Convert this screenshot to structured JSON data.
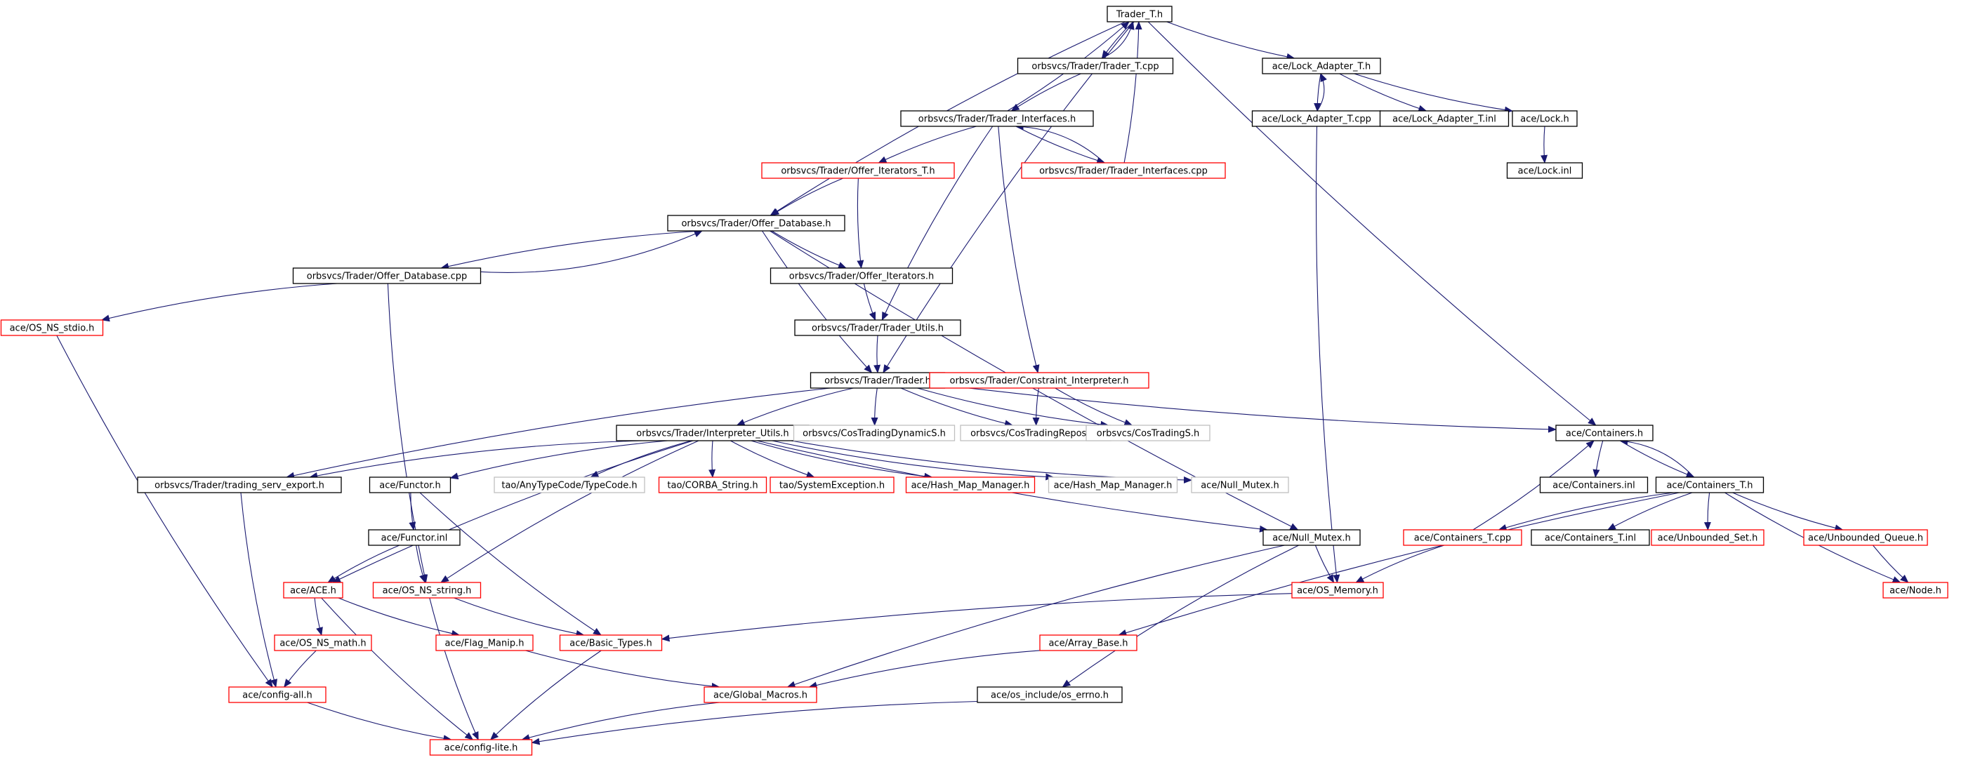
{
  "colors": {
    "edge": "#191970",
    "border_normal": "#000000",
    "border_truncated": "#ff0000",
    "border_external": "#bfbfbf",
    "fill_root": "#bfbfbf",
    "fill_default": "#ffffff"
  },
  "nodes": [
    {
      "id": "trader_t_h",
      "label": "Trader_T.h",
      "kind": "root"
    },
    {
      "id": "trader_t_cpp",
      "label": "orbsvcs/Trader/Trader_T.cpp",
      "kind": "normal"
    },
    {
      "id": "lock_adapter_t_h",
      "label": "ace/Lock_Adapter_T.h",
      "kind": "normal"
    },
    {
      "id": "trader_interfaces_h",
      "label": "orbsvcs/Trader/Trader_Interfaces.h",
      "kind": "normal"
    },
    {
      "id": "lock_adapter_t_cpp",
      "label": "ace/Lock_Adapter_T.cpp",
      "kind": "normal"
    },
    {
      "id": "lock_adapter_t_inl",
      "label": "ace/Lock_Adapter_T.inl",
      "kind": "normal"
    },
    {
      "id": "lock_h",
      "label": "ace/Lock.h",
      "kind": "normal"
    },
    {
      "id": "offer_iterators_t_h",
      "label": "orbsvcs/Trader/Offer_Iterators_T.h",
      "kind": "truncated"
    },
    {
      "id": "trader_interfaces_cpp",
      "label": "orbsvcs/Trader/Trader_Interfaces.cpp",
      "kind": "truncated"
    },
    {
      "id": "lock_inl",
      "label": "ace/Lock.inl",
      "kind": "normal"
    },
    {
      "id": "offer_database_h",
      "label": "orbsvcs/Trader/Offer_Database.h",
      "kind": "normal"
    },
    {
      "id": "offer_database_cpp",
      "label": "orbsvcs/Trader/Offer_Database.cpp",
      "kind": "normal"
    },
    {
      "id": "offer_iterators_h",
      "label": "orbsvcs/Trader/Offer_Iterators.h",
      "kind": "normal"
    },
    {
      "id": "os_ns_stdio_h",
      "label": "ace/OS_NS_stdio.h",
      "kind": "truncated"
    },
    {
      "id": "trader_utils_h",
      "label": "orbsvcs/Trader/Trader_Utils.h",
      "kind": "normal"
    },
    {
      "id": "trader_h",
      "label": "orbsvcs/Trader/Trader.h",
      "kind": "normal"
    },
    {
      "id": "constraint_interpreter_h",
      "label": "orbsvcs/Trader/Constraint_Interpreter.h",
      "kind": "truncated"
    },
    {
      "id": "interpreter_utils_h",
      "label": "orbsvcs/Trader/Interpreter_Utils.h",
      "kind": "normal"
    },
    {
      "id": "costradingdynamics_h",
      "label": "orbsvcs/CosTradingDynamicS.h",
      "kind": "external"
    },
    {
      "id": "costradingreposs_h",
      "label": "orbsvcs/CosTradingReposS.h",
      "kind": "external"
    },
    {
      "id": "costradings_h",
      "label": "orbsvcs/CosTradingS.h",
      "kind": "external"
    },
    {
      "id": "containers_h",
      "label": "ace/Containers.h",
      "kind": "normal"
    },
    {
      "id": "trading_serv_export_h",
      "label": "orbsvcs/Trader/trading_serv_export.h",
      "kind": "normal"
    },
    {
      "id": "functor_h",
      "label": "ace/Functor.h",
      "kind": "normal"
    },
    {
      "id": "anytypecode_h",
      "label": "tao/AnyTypeCode/TypeCode.h",
      "kind": "external"
    },
    {
      "id": "corba_string_h",
      "label": "tao/CORBA_String.h",
      "kind": "truncated"
    },
    {
      "id": "systemexception_h",
      "label": "tao/SystemException.h",
      "kind": "truncated"
    },
    {
      "id": "hash_map_manager_h_red",
      "label": "ace/Hash_Map_Manager.h",
      "kind": "truncated"
    },
    {
      "id": "hash_map_manager_h_ext",
      "label": "ace/Hash_Map_Manager.h",
      "kind": "external"
    },
    {
      "id": "null_mutex_h_ext",
      "label": "ace/Null_Mutex.h",
      "kind": "external"
    },
    {
      "id": "containers_inl",
      "label": "ace/Containers.inl",
      "kind": "normal"
    },
    {
      "id": "containers_t_h",
      "label": "ace/Containers_T.h",
      "kind": "normal"
    },
    {
      "id": "functor_inl",
      "label": "ace/Functor.inl",
      "kind": "normal"
    },
    {
      "id": "null_mutex_h",
      "label": "ace/Null_Mutex.h",
      "kind": "normal"
    },
    {
      "id": "containers_t_cpp",
      "label": "ace/Containers_T.cpp",
      "kind": "truncated"
    },
    {
      "id": "containers_t_inl",
      "label": "ace/Containers_T.inl",
      "kind": "normal"
    },
    {
      "id": "unbounded_set_h",
      "label": "ace/Unbounded_Set.h",
      "kind": "truncated"
    },
    {
      "id": "unbounded_queue_h",
      "label": "ace/Unbounded_Queue.h",
      "kind": "truncated"
    },
    {
      "id": "ace_h",
      "label": "ace/ACE.h",
      "kind": "truncated"
    },
    {
      "id": "os_ns_string_h",
      "label": "ace/OS_NS_string.h",
      "kind": "truncated"
    },
    {
      "id": "os_memory_h",
      "label": "ace/OS_Memory.h",
      "kind": "truncated"
    },
    {
      "id": "node_h",
      "label": "ace/Node.h",
      "kind": "truncated"
    },
    {
      "id": "os_ns_math_h",
      "label": "ace/OS_NS_math.h",
      "kind": "truncated"
    },
    {
      "id": "flag_manip_h",
      "label": "ace/Flag_Manip.h",
      "kind": "truncated"
    },
    {
      "id": "basic_types_h",
      "label": "ace/Basic_Types.h",
      "kind": "truncated"
    },
    {
      "id": "array_base_h",
      "label": "ace/Array_Base.h",
      "kind": "truncated"
    },
    {
      "id": "config_all_h",
      "label": "ace/config-all.h",
      "kind": "truncated"
    },
    {
      "id": "global_macros_h",
      "label": "ace/Global_Macros.h",
      "kind": "truncated"
    },
    {
      "id": "os_errno_h",
      "label": "ace/os_include/os_errno.h",
      "kind": "normal"
    },
    {
      "id": "config_lite_h",
      "label": "ace/config-lite.h",
      "kind": "truncated"
    }
  ],
  "edges": [
    [
      "trader_t_h",
      "trader_t_cpp"
    ],
    [
      "trader_t_h",
      "lock_adapter_t_h"
    ],
    [
      "trader_t_h",
      "offer_database_h"
    ],
    [
      "trader_t_h",
      "trader_h"
    ],
    [
      "trader_t_h",
      "containers_h"
    ],
    [
      "trader_t_cpp",
      "trader_t_h"
    ],
    [
      "trader_t_cpp",
      "trader_interfaces_h"
    ],
    [
      "lock_adapter_t_h",
      "lock_adapter_t_cpp"
    ],
    [
      "lock_adapter_t_h",
      "lock_adapter_t_inl"
    ],
    [
      "lock_adapter_t_h",
      "lock_h"
    ],
    [
      "lock_adapter_t_cpp",
      "lock_adapter_t_h"
    ],
    [
      "lock_adapter_t_cpp",
      "os_memory_h"
    ],
    [
      "lock_h",
      "lock_inl"
    ],
    [
      "trader_interfaces_h",
      "trader_t_h"
    ],
    [
      "trader_interfaces_h",
      "offer_iterators_t_h"
    ],
    [
      "trader_interfaces_h",
      "trader_interfaces_cpp"
    ],
    [
      "trader_interfaces_h",
      "trader_utils_h"
    ],
    [
      "trader_interfaces_h",
      "constraint_interpreter_h"
    ],
    [
      "trader_interfaces_cpp",
      "trader_interfaces_h"
    ],
    [
      "trader_interfaces_cpp",
      "trader_t_h"
    ],
    [
      "offer_iterators_t_h",
      "offer_database_h"
    ],
    [
      "offer_iterators_t_h",
      "offer_iterators_h"
    ],
    [
      "offer_database_h",
      "offer_database_cpp"
    ],
    [
      "offer_database_h",
      "offer_iterators_h"
    ],
    [
      "offer_database_h",
      "trader_h"
    ],
    [
      "offer_database_h",
      "null_mutex_h"
    ],
    [
      "offer_database_cpp",
      "offer_database_h"
    ],
    [
      "offer_database_cpp",
      "os_ns_stdio_h"
    ],
    [
      "offer_database_cpp",
      "os_ns_string_h"
    ],
    [
      "os_ns_stdio_h",
      "config_all_h"
    ],
    [
      "offer_iterators_h",
      "trader_utils_h"
    ],
    [
      "trader_utils_h",
      "trader_h"
    ],
    [
      "trader_h",
      "interpreter_utils_h"
    ],
    [
      "trader_h",
      "costradingdynamics_h"
    ],
    [
      "trader_h",
      "costradingreposs_h"
    ],
    [
      "trader_h",
      "costradings_h"
    ],
    [
      "trader_h",
      "containers_h"
    ],
    [
      "trader_h",
      "trading_serv_export_h"
    ],
    [
      "constraint_interpreter_h",
      "costradingreposs_h"
    ],
    [
      "constraint_interpreter_h",
      "costradings_h"
    ],
    [
      "interpreter_utils_h",
      "trading_serv_export_h"
    ],
    [
      "interpreter_utils_h",
      "functor_h"
    ],
    [
      "interpreter_utils_h",
      "anytypecode_h"
    ],
    [
      "interpreter_utils_h",
      "corba_string_h"
    ],
    [
      "interpreter_utils_h",
      "systemexception_h"
    ],
    [
      "interpreter_utils_h",
      "hash_map_manager_h_red"
    ],
    [
      "interpreter_utils_h",
      "hash_map_manager_h_ext"
    ],
    [
      "interpreter_utils_h",
      "null_mutex_h_ext"
    ],
    [
      "interpreter_utils_h",
      "null_mutex_h"
    ],
    [
      "interpreter_utils_h",
      "ace_h"
    ],
    [
      "interpreter_utils_h",
      "os_ns_string_h"
    ],
    [
      "containers_h",
      "containers_inl"
    ],
    [
      "containers_h",
      "containers_t_h"
    ],
    [
      "containers_t_h",
      "containers_h"
    ],
    [
      "containers_t_h",
      "containers_t_cpp"
    ],
    [
      "containers_t_h",
      "containers_t_inl"
    ],
    [
      "containers_t_h",
      "unbounded_set_h"
    ],
    [
      "containers_t_h",
      "unbounded_queue_h"
    ],
    [
      "containers_t_h",
      "node_h"
    ],
    [
      "containers_t_h",
      "array_base_h"
    ],
    [
      "containers_t_cpp",
      "containers_h"
    ],
    [
      "containers_t_cpp",
      "os_memory_h"
    ],
    [
      "unbounded_queue_h",
      "node_h"
    ],
    [
      "trading_serv_export_h",
      "config_all_h"
    ],
    [
      "functor_h",
      "functor_inl"
    ],
    [
      "functor_h",
      "basic_types_h"
    ],
    [
      "functor_inl",
      "ace_h"
    ],
    [
      "functor_inl",
      "os_ns_string_h"
    ],
    [
      "null_mutex_h",
      "os_memory_h"
    ],
    [
      "null_mutex_h",
      "global_macros_h"
    ],
    [
      "null_mutex_h",
      "os_errno_h"
    ],
    [
      "ace_h",
      "os_ns_math_h"
    ],
    [
      "ace_h",
      "flag_manip_h"
    ],
    [
      "ace_h",
      "config_lite_h"
    ],
    [
      "os_ns_string_h",
      "basic_types_h"
    ],
    [
      "os_ns_string_h",
      "config_lite_h"
    ],
    [
      "os_memory_h",
      "basic_types_h"
    ],
    [
      "os_ns_math_h",
      "config_all_h"
    ],
    [
      "flag_manip_h",
      "global_macros_h"
    ],
    [
      "basic_types_h",
      "config_lite_h"
    ],
    [
      "array_base_h",
      "global_macros_h"
    ],
    [
      "config_all_h",
      "config_lite_h"
    ],
    [
      "global_macros_h",
      "config_lite_h"
    ],
    [
      "os_errno_h",
      "config_lite_h"
    ]
  ]
}
